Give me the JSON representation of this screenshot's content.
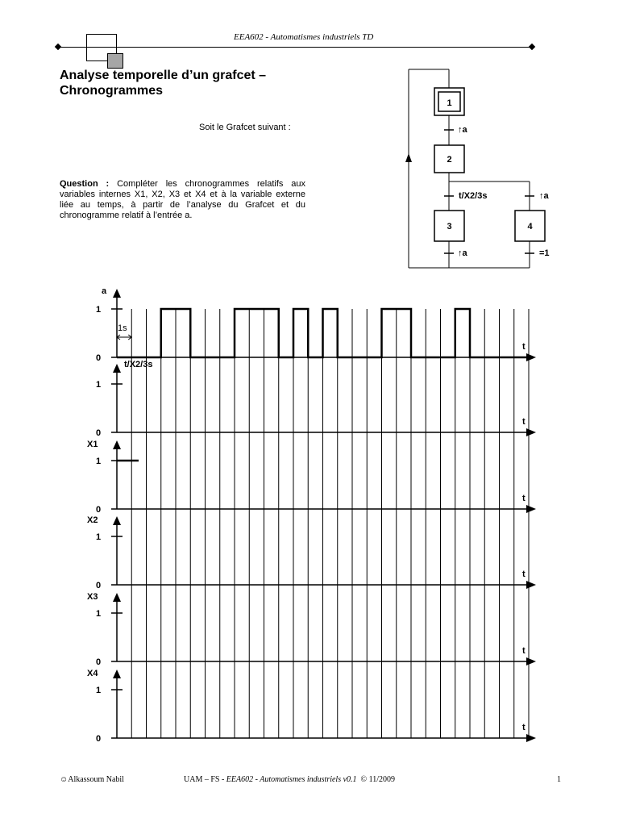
{
  "header": {
    "course_title": "EEA602 - Automatismes industriels TD"
  },
  "document": {
    "title": "Analyse temporelle d’un grafcet – Chronogrammes",
    "intro": "Soit le Grafcet suivant :",
    "question_label": "Question :",
    "question_text": "Compléter les chronogrammes relatifs aux variables internes X1, X2, X3 et X4 et à la variable externe liée au temps, à partir de l’analyse du Grafcet et du chronogramme relatif à l’entrée a."
  },
  "grafcet": {
    "steps": [
      {
        "id": "1",
        "initial": true
      },
      {
        "id": "2",
        "initial": false
      },
      {
        "id": "3",
        "initial": false
      },
      {
        "id": "4",
        "initial": false
      }
    ],
    "transitions": [
      {
        "from": "1",
        "to": "2",
        "receptivity": "↑a"
      },
      {
        "from": "2",
        "to": "3",
        "receptivity": "t/X2/3s"
      },
      {
        "from": "2",
        "to": "4",
        "receptivity": "↑a"
      },
      {
        "from": "3",
        "to": "1",
        "receptivity": "↑a"
      },
      {
        "from": "4",
        "to": "1",
        "receptivity": "=1"
      }
    ]
  },
  "chronogram": {
    "time_unit_label": "1s",
    "time_axis_label": "t",
    "high_label": "1",
    "low_label": "0",
    "grid_steps": 28,
    "rows": [
      {
        "signal": "a",
        "given": true,
        "levels": [
          0,
          0,
          0,
          1,
          1,
          0,
          0,
          0,
          1,
          1,
          1,
          0,
          1,
          0,
          1,
          0,
          0,
          0,
          1,
          1,
          0,
          0,
          0,
          1,
          0,
          0,
          0,
          0
        ]
      },
      {
        "signal": "t/X2/3s",
        "given": false
      },
      {
        "signal": "X1",
        "given": false,
        "initial_level": 1
      },
      {
        "signal": "X2",
        "given": false
      },
      {
        "signal": "X3",
        "given": false
      },
      {
        "signal": "X4",
        "given": false
      }
    ]
  },
  "footer": {
    "author": "Alkassoum Nabil",
    "center_prefix": "UAM – FS - ",
    "center_italic": "EEA602 - Automatismes industriels v0.1",
    "center_suffix": "© 11/2009",
    "page_number": "1"
  }
}
